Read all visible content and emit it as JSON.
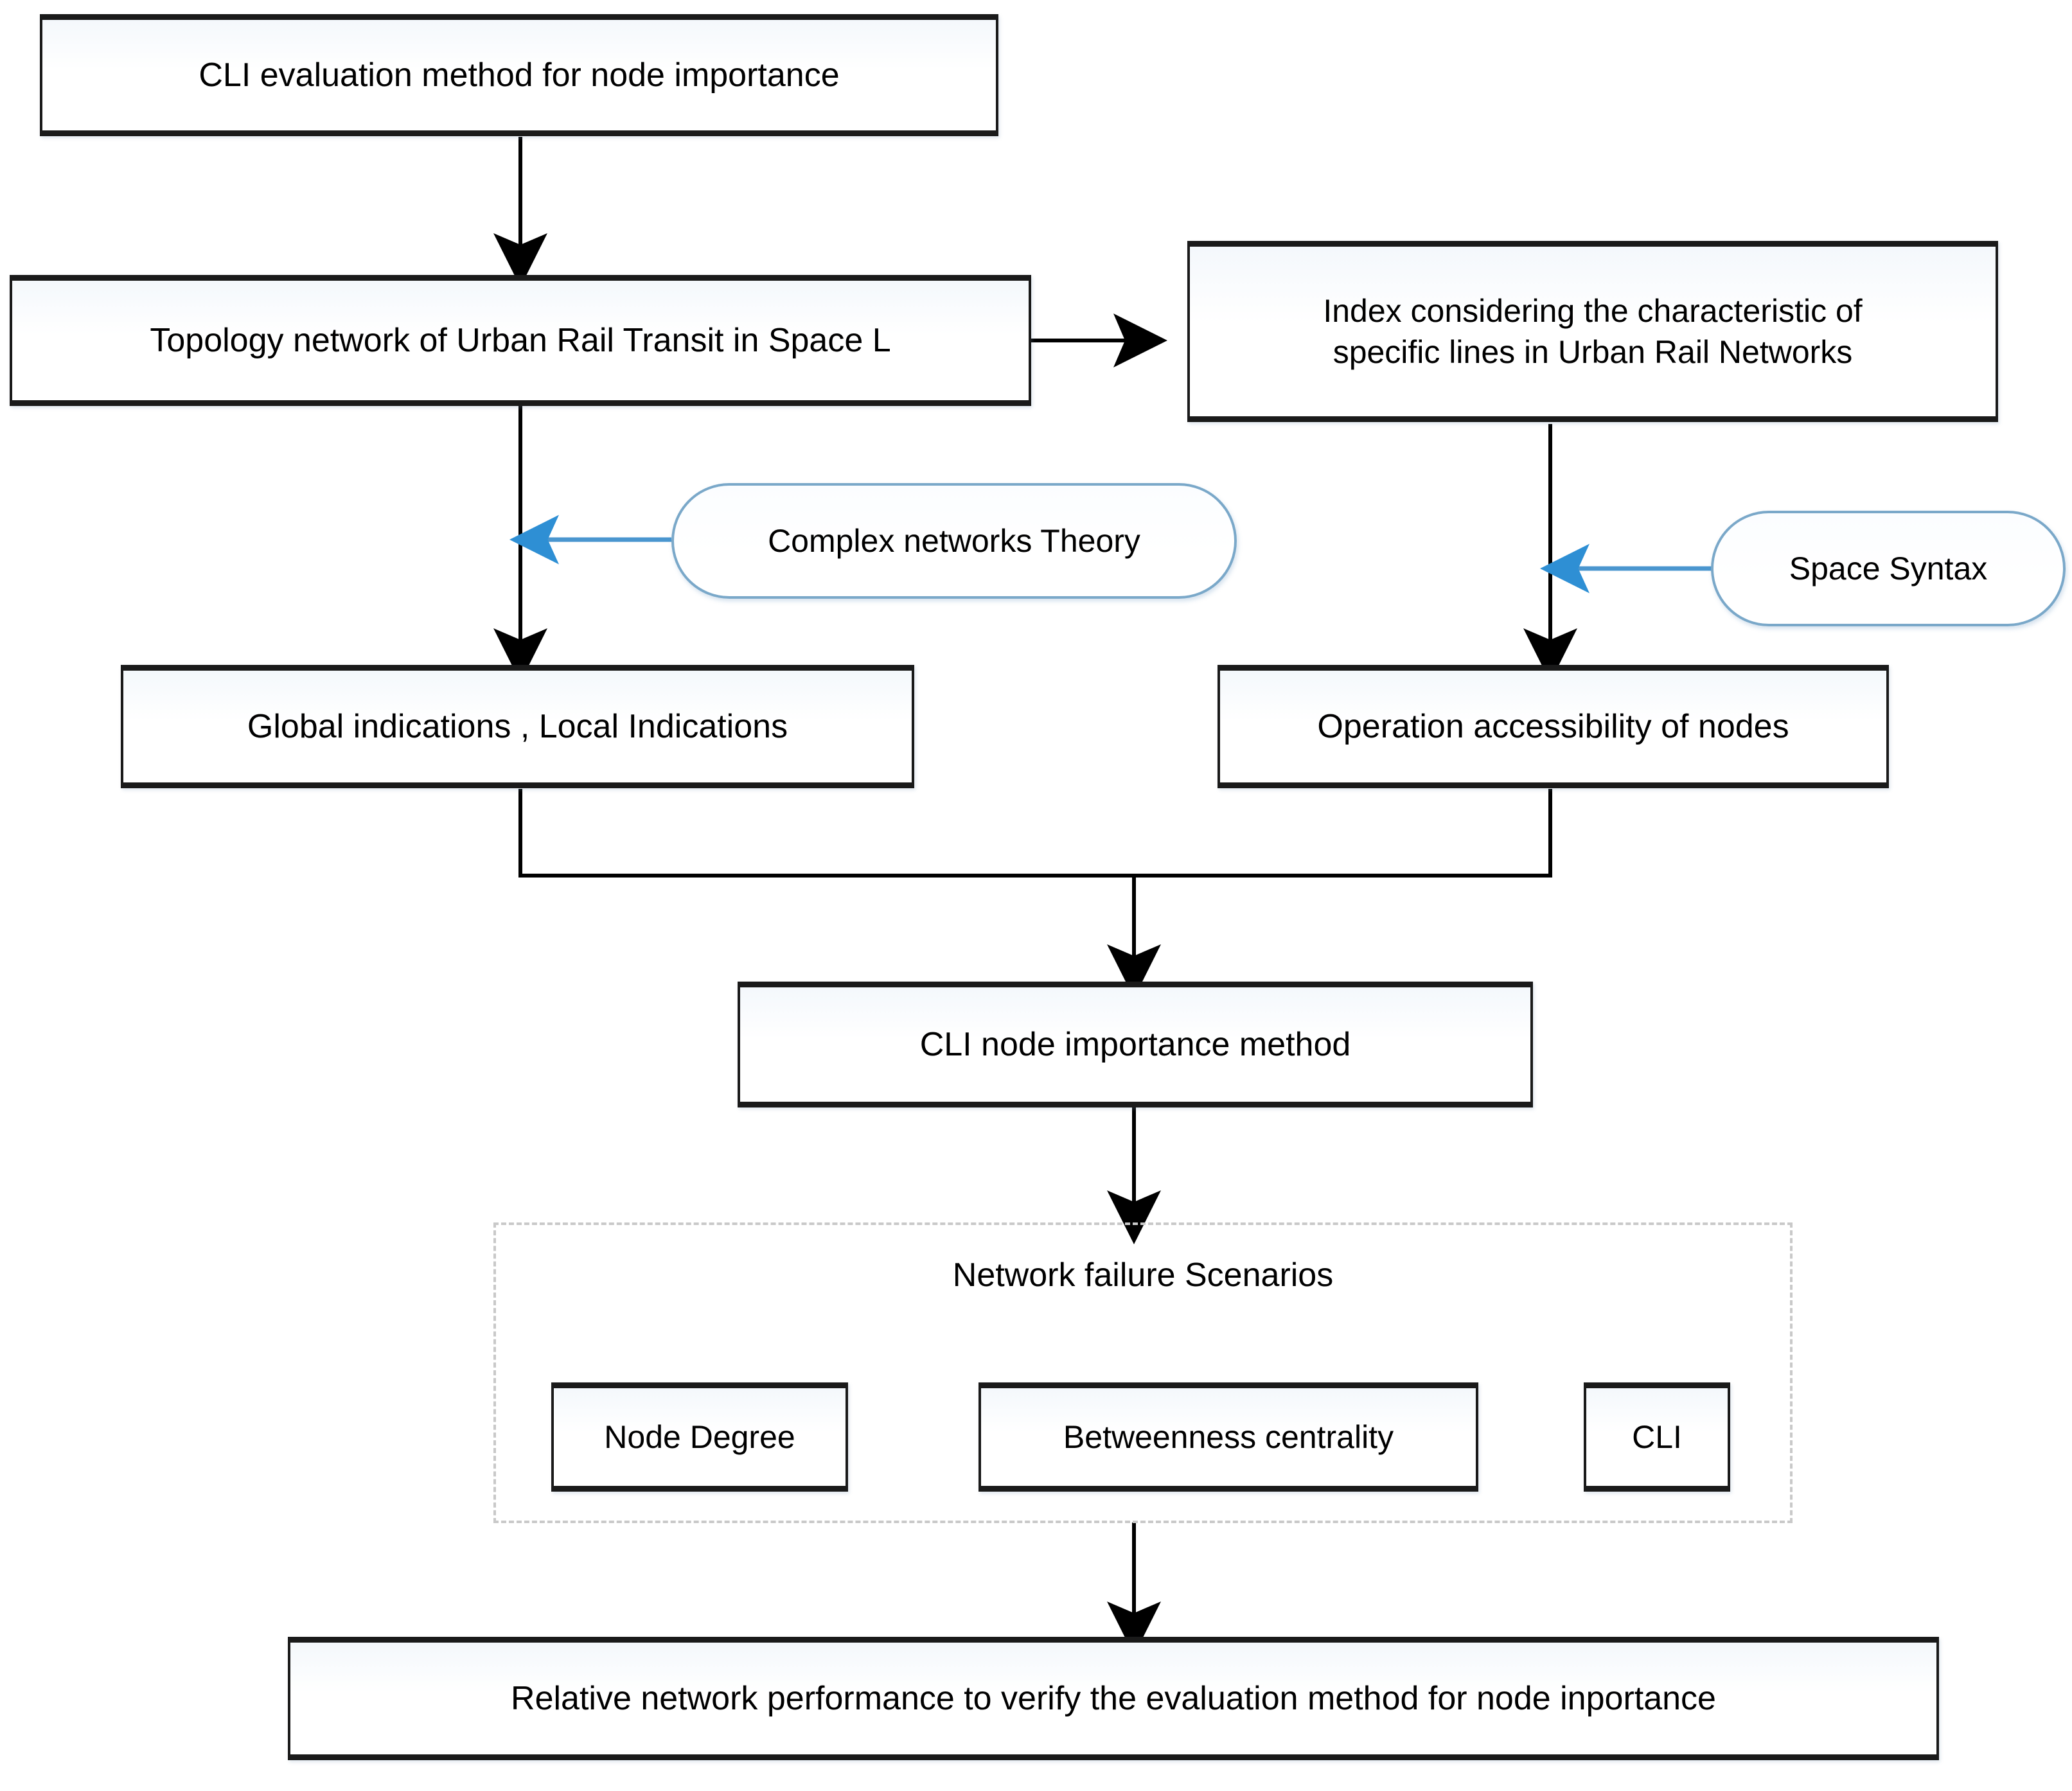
{
  "diagram": {
    "title": "CLI evaluation method flowchart",
    "colors": {
      "box_border": "#1a1a1a",
      "pill_border": "#7aa8c9",
      "blue_arrow": "#2e8fd4",
      "dashed_border": "#c9c9c9",
      "connector": "#000000",
      "background": "#ffffff"
    },
    "nodes": {
      "root": {
        "label": "CLI evaluation method for node importance"
      },
      "topology": {
        "label": "Topology network of Urban Rail Transit in Space L"
      },
      "index": {
        "label_line1": "Index considering the characteristic of",
        "label_line2": "specific lines in Urban Rail Networks"
      },
      "complex_theory": {
        "label": "Complex networks Theory"
      },
      "space_syntax": {
        "label": "Space Syntax"
      },
      "indications": {
        "label": "Global indications , Local Indications"
      },
      "accessibility": {
        "label": "Operation accessibility of nodes"
      },
      "cli_method": {
        "label": "CLI node importance method"
      },
      "failure_group": {
        "label": "Network failure Scenarios"
      },
      "node_degree": {
        "label": "Node Degree"
      },
      "betweenness": {
        "label": "Betweenness centrality"
      },
      "cli": {
        "label": "CLI"
      },
      "result": {
        "label": "Relative network performance to verify the evaluation method for node inportance"
      }
    },
    "edges": [
      {
        "from": "root",
        "to": "topology",
        "style": "black-arrow-down"
      },
      {
        "from": "topology",
        "to": "index",
        "style": "black-arrow-right"
      },
      {
        "from": "topology",
        "to": "indications",
        "style": "black-arrow-down"
      },
      {
        "from": "complex_theory",
        "to": "topology-branch",
        "style": "blue-arrow-left"
      },
      {
        "from": "index",
        "to": "accessibility",
        "style": "black-arrow-down"
      },
      {
        "from": "space_syntax",
        "to": "index-branch",
        "style": "blue-arrow-left"
      },
      {
        "from": "indications",
        "to": "cli_method",
        "style": "black-merge-down"
      },
      {
        "from": "accessibility",
        "to": "cli_method",
        "style": "black-merge-down"
      },
      {
        "from": "cli_method",
        "to": "failure_group",
        "style": "black-arrow-down"
      },
      {
        "from": "failure_group",
        "to": "result",
        "style": "black-arrow-down"
      }
    ]
  }
}
